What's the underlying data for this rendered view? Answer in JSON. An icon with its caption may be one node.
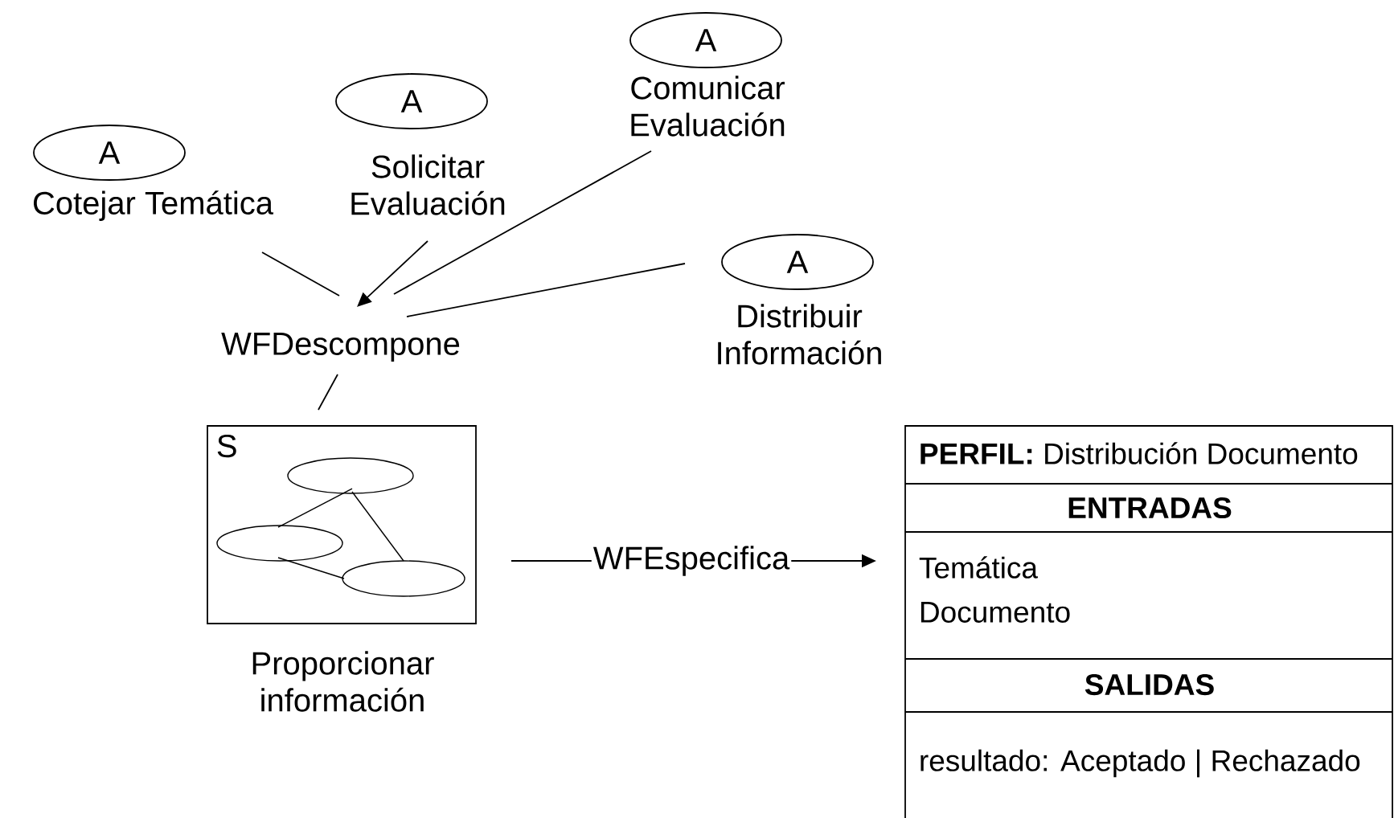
{
  "diagram": {
    "nodes": [
      {
        "text": [
          "A"
        ],
        "beside": [
          "Cotejar Temática"
        ]
      },
      {
        "text": [
          "A"
        ],
        "beside": [
          "Solicitar Evaluación"
        ]
      },
      {
        "text": [
          "A"
        ],
        "beside": [
          "Comunicar Evaluación"
        ]
      },
      {
        "text": [
          "A"
        ],
        "beside": [
          "Distribuir Información"
        ]
      },
      {
        "text": [
          "WFDescompone"
        ]
      },
      {
        "text": [
          "S"
        ],
        "beside": [
          "Proporcionar información"
        ]
      },
      {
        "text": [],
        "shape": "circle",
        "in": 5
      },
      {
        "text": [],
        "shape": "circle",
        "in": 5
      },
      {
        "text": [],
        "shape": "circle",
        "in": 5
      },
      {
        "text": [
          "**PERFIL:** Distribución Documento",
          "ENTRADAS",
          "Temática",
          "Documento",
          "SALIDAS",
          "resultado: Aceptado | Rechazado"
        ]
      }
    ],
    "edges": [
      {
        "from": 0,
        "to": 4,
        "arrow": "none"
      },
      {
        "from": 1,
        "to": 4,
        "arrow": "to"
      },
      {
        "from": 2,
        "to": 4,
        "arrow": "none"
      },
      {
        "from": 3,
        "to": 4,
        "arrow": "none"
      },
      {
        "from": 4,
        "to": 5,
        "arrow": "none"
      },
      {
        "from": 6,
        "to": 7,
        "arrow": "none"
      },
      {
        "from": 6,
        "to": 8,
        "arrow": "none"
      },
      {
        "from": 7,
        "to": 8,
        "arrow": "none"
      },
      {
        "from": 5,
        "to": 9,
        "label": "WFEspecifica",
        "arrow": "to"
      }
    ]
  }
}
